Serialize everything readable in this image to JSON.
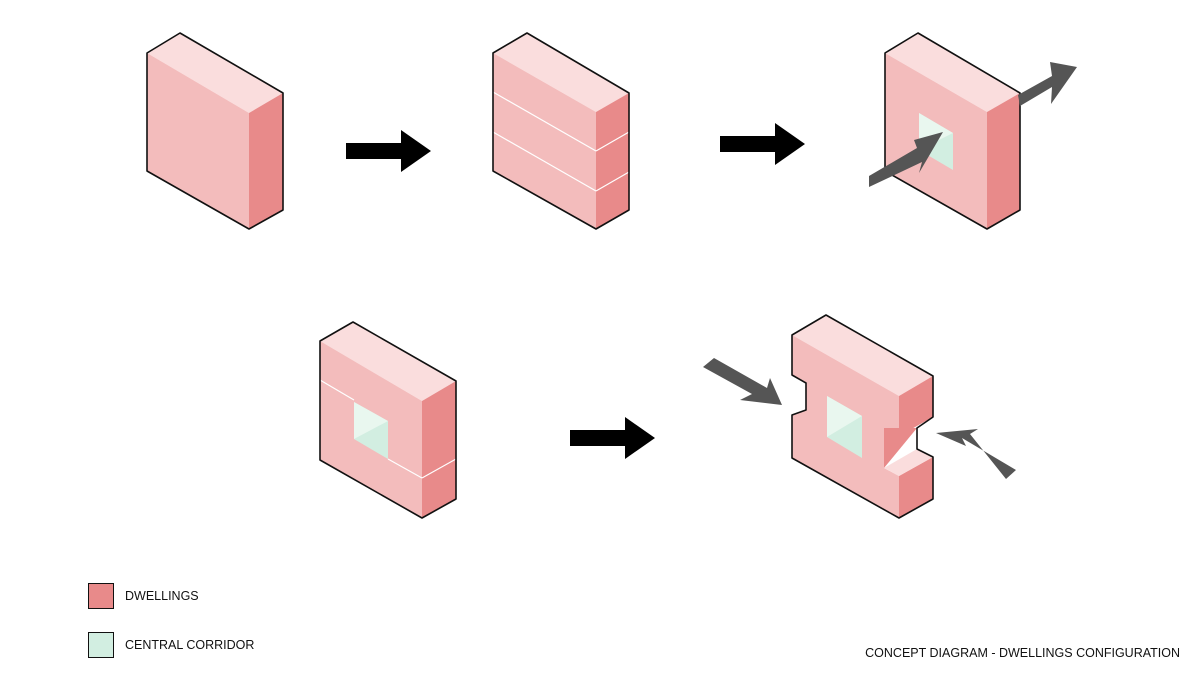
{
  "colors": {
    "dwellings_top": "#fadddd",
    "dwellings_front": "#f3bcbc",
    "dwellings_side": "#e88a8a",
    "corridor_light": "#e9f7ef",
    "corridor": "#d2eee1",
    "outline": "#111111",
    "step_arrow": "#000000",
    "flow_arrow": "#555555"
  },
  "legend": {
    "items": [
      {
        "label": "DWELLINGS",
        "color": "#e88a8a"
      },
      {
        "label": "CENTRAL CORRIDOR",
        "color": "#d2eee1"
      }
    ]
  },
  "caption": "CONCEPT DIAGRAM - DWELLINGS CONFIGURATION",
  "steps": [
    {
      "id": "solid-block",
      "floors": 1
    },
    {
      "id": "stacked-floors",
      "floors": 3
    },
    {
      "id": "corridor-through-block",
      "floors": 1
    },
    {
      "id": "ring-with-corridor",
      "floors": 2
    },
    {
      "id": "i-shaped-block",
      "floors": 2
    }
  ]
}
